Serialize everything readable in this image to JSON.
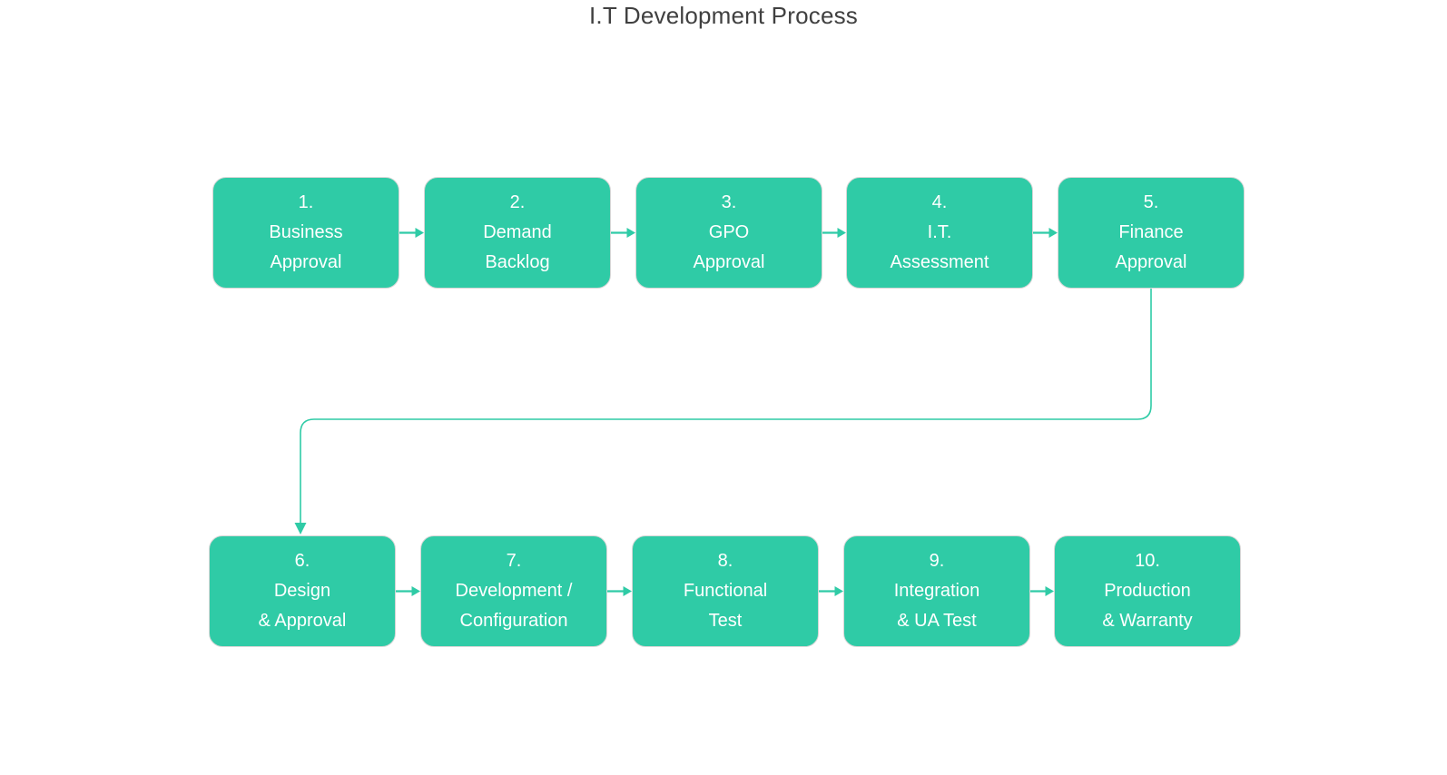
{
  "title": "I.T Development Process",
  "diagram": {
    "type": "flowchart",
    "layout": "two rows, left-to-right sequence",
    "steps": [
      {
        "number": "1.",
        "line1": "Business",
        "line2": "Approval"
      },
      {
        "number": "2.",
        "line1": "Demand",
        "line2": "Backlog"
      },
      {
        "number": "3.",
        "line1": "GPO",
        "line2": "Approval"
      },
      {
        "number": "4.",
        "line1": "I.T.",
        "line2": "Assessment"
      },
      {
        "number": "5.",
        "line1": "Finance",
        "line2": "Approval"
      },
      {
        "number": "6.",
        "line1": "Design",
        "line2": "& Approval"
      },
      {
        "number": "7.",
        "line1": "Development /",
        "line2": "Configuration"
      },
      {
        "number": "8.",
        "line1": "Functional",
        "line2": "Test"
      },
      {
        "number": "9.",
        "line1": "Integration",
        "line2": "& UA Test"
      },
      {
        "number": "10.",
        "line1": "Production",
        "line2": "& Warranty"
      }
    ],
    "connections": [
      "1→2",
      "2→3",
      "3→4",
      "4→5",
      "5→6 (elbow: down, left, down)",
      "6→7",
      "7→8",
      "8→9",
      "9→10"
    ]
  },
  "colors": {
    "accent": "#2fcba6",
    "node-fill": "#2fcba6",
    "node-text": "#ffffff",
    "node-border": "#d6d6d6",
    "title-text": "#404040",
    "background": "#ffffff"
  }
}
